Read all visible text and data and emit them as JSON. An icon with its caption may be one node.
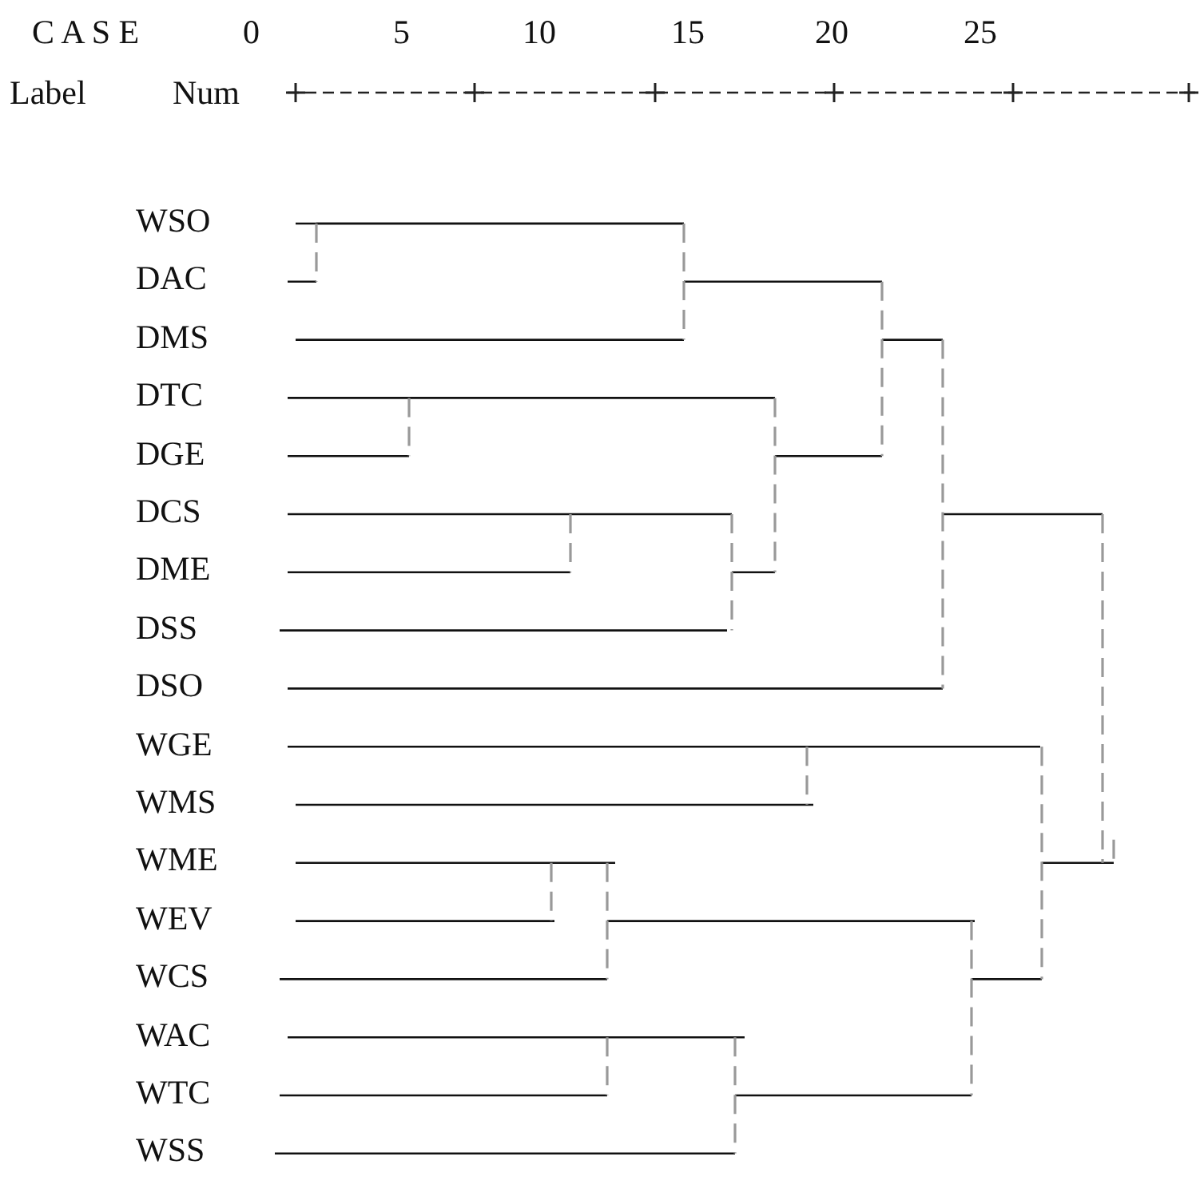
{
  "diagram": {
    "labels": [
      "C A S E",
      "0",
      "5",
      "10",
      "15",
      "20",
      "25",
      "Label",
      "Num",
      "WSO",
      "DAC",
      "DMS",
      "DTC",
      "DGE",
      "DCS",
      "DME",
      "DSS",
      "DSO",
      "WGE",
      "WMS",
      "WME",
      "WEV",
      "WCS",
      "WAC",
      "WTC",
      "WSS"
    ]
  }
}
